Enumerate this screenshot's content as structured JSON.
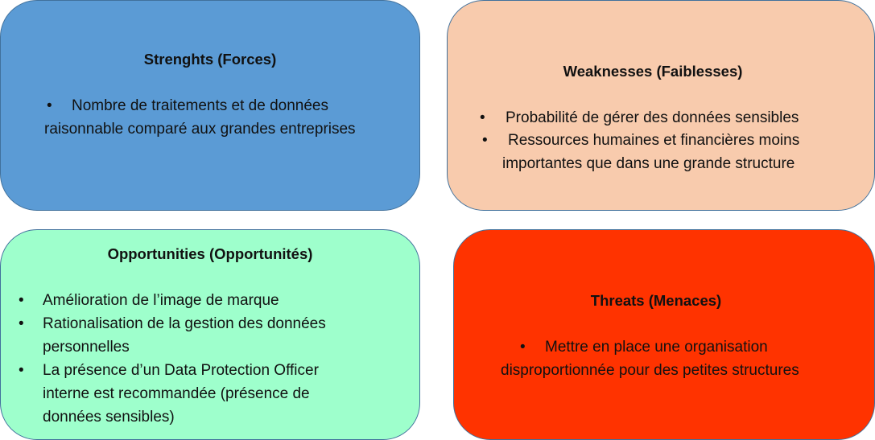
{
  "colors": {
    "strengths": "#5b9bd5",
    "weaknesses": "#f8cbad",
    "opportunities": "#9effcc",
    "threats": "#ff3300",
    "border": "#41719c",
    "text": "#111111"
  },
  "strengths": {
    "title": "Strenghts (Forces)",
    "items": [
      {
        "lines": [
          "Nombre de traitements et de données",
          "raisonnable comparé aux grandes entreprises"
        ]
      }
    ]
  },
  "weaknesses": {
    "title": "Weaknesses (Faiblesses)",
    "items": [
      {
        "lines": [
          "Probabilité de gérer des données sensibles"
        ]
      },
      {
        "lines": [
          "Ressources humaines et financières moins",
          "importantes que dans une grande structure"
        ]
      }
    ]
  },
  "opportunities": {
    "title": "Opportunities (Opportunités)",
    "items": [
      {
        "lines": [
          "Amélioration de l’image de marque"
        ]
      },
      {
        "lines": [
          "Rationalisation de la gestion des données",
          "personnelles"
        ]
      },
      {
        "lines": [
          "La présence d’un Data Protection Officer",
          "interne est recommandée (présence de",
          "données sensibles)"
        ]
      }
    ]
  },
  "threats": {
    "title": "Threats (Menaces)",
    "items": [
      {
        "lines": [
          "Mettre en place une organisation",
          "disproportionnée pour des petites structures"
        ]
      }
    ]
  },
  "bullet_glyph": "•"
}
